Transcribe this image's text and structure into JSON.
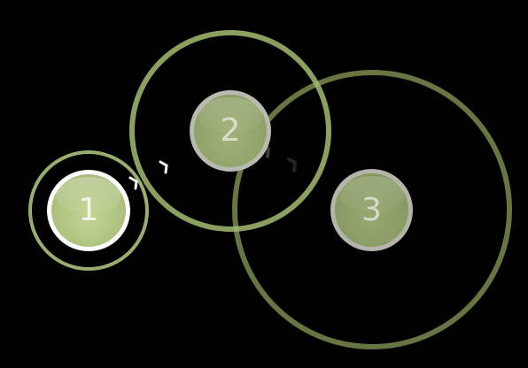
{
  "nodes": [
    {
      "label": "1",
      "state": "active",
      "fill_color": "#b3c883",
      "border_color": "#ffffff",
      "ring_color": "#a9c07a"
    },
    {
      "label": "2",
      "state": "inactive",
      "fill_color": "#93a66c",
      "border_color": "#b9b9b0",
      "ring_color": "#a3bb6f"
    },
    {
      "label": "3",
      "state": "inactive",
      "fill_color": "#8a9c67",
      "border_color": "#b4b4ab",
      "ring_color": "#6f7d48"
    }
  ],
  "background_color": "#000000"
}
